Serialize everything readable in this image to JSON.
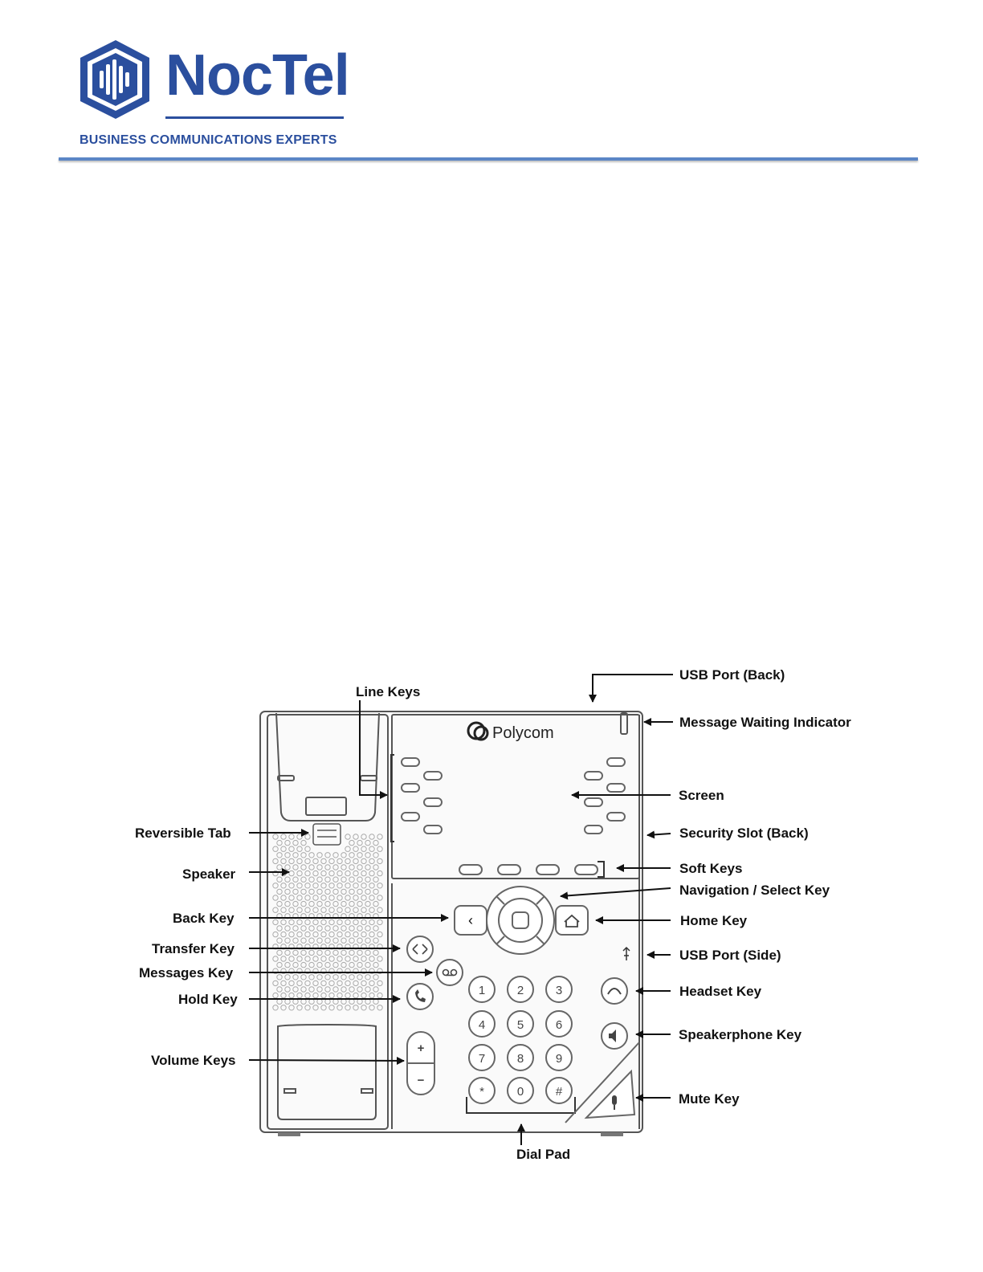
{
  "header": {
    "company_name": "NocTel",
    "tagline": "BUSINESS COMMUNICATIONS EXPERTS",
    "brand_color": "#2b4f9e",
    "rule_color": "#5b86c6",
    "logo_icon": "hexagon-soundwave-icon"
  },
  "phone": {
    "brand": "Polycom",
    "dial_keys": [
      "1",
      "2",
      "3",
      "4",
      "5",
      "6",
      "7",
      "8",
      "9",
      "*",
      "0",
      "#"
    ],
    "volume_up": "+",
    "volume_down": "−",
    "back_glyph": "‹"
  },
  "callouts": {
    "usb_back": "USB Port (Back)",
    "line_keys": "Line Keys",
    "message_waiting": "Message Waiting Indicator",
    "screen": "Screen",
    "reversible_tab": "Reversible Tab",
    "security_slot": "Security Slot (Back)",
    "speaker": "Speaker",
    "soft_keys": "Soft Keys",
    "navigation": "Navigation / Select Key",
    "back_key": "Back Key",
    "home_key": "Home Key",
    "transfer_key": "Transfer Key",
    "usb_side": "USB Port (Side)",
    "messages_key": "Messages Key",
    "headset_key": "Headset Key",
    "hold_key": "Hold Key",
    "speakerphone_key": "Speakerphone Key",
    "volume_keys": "Volume Keys",
    "mute_key": "Mute Key",
    "dial_pad": "Dial Pad"
  }
}
